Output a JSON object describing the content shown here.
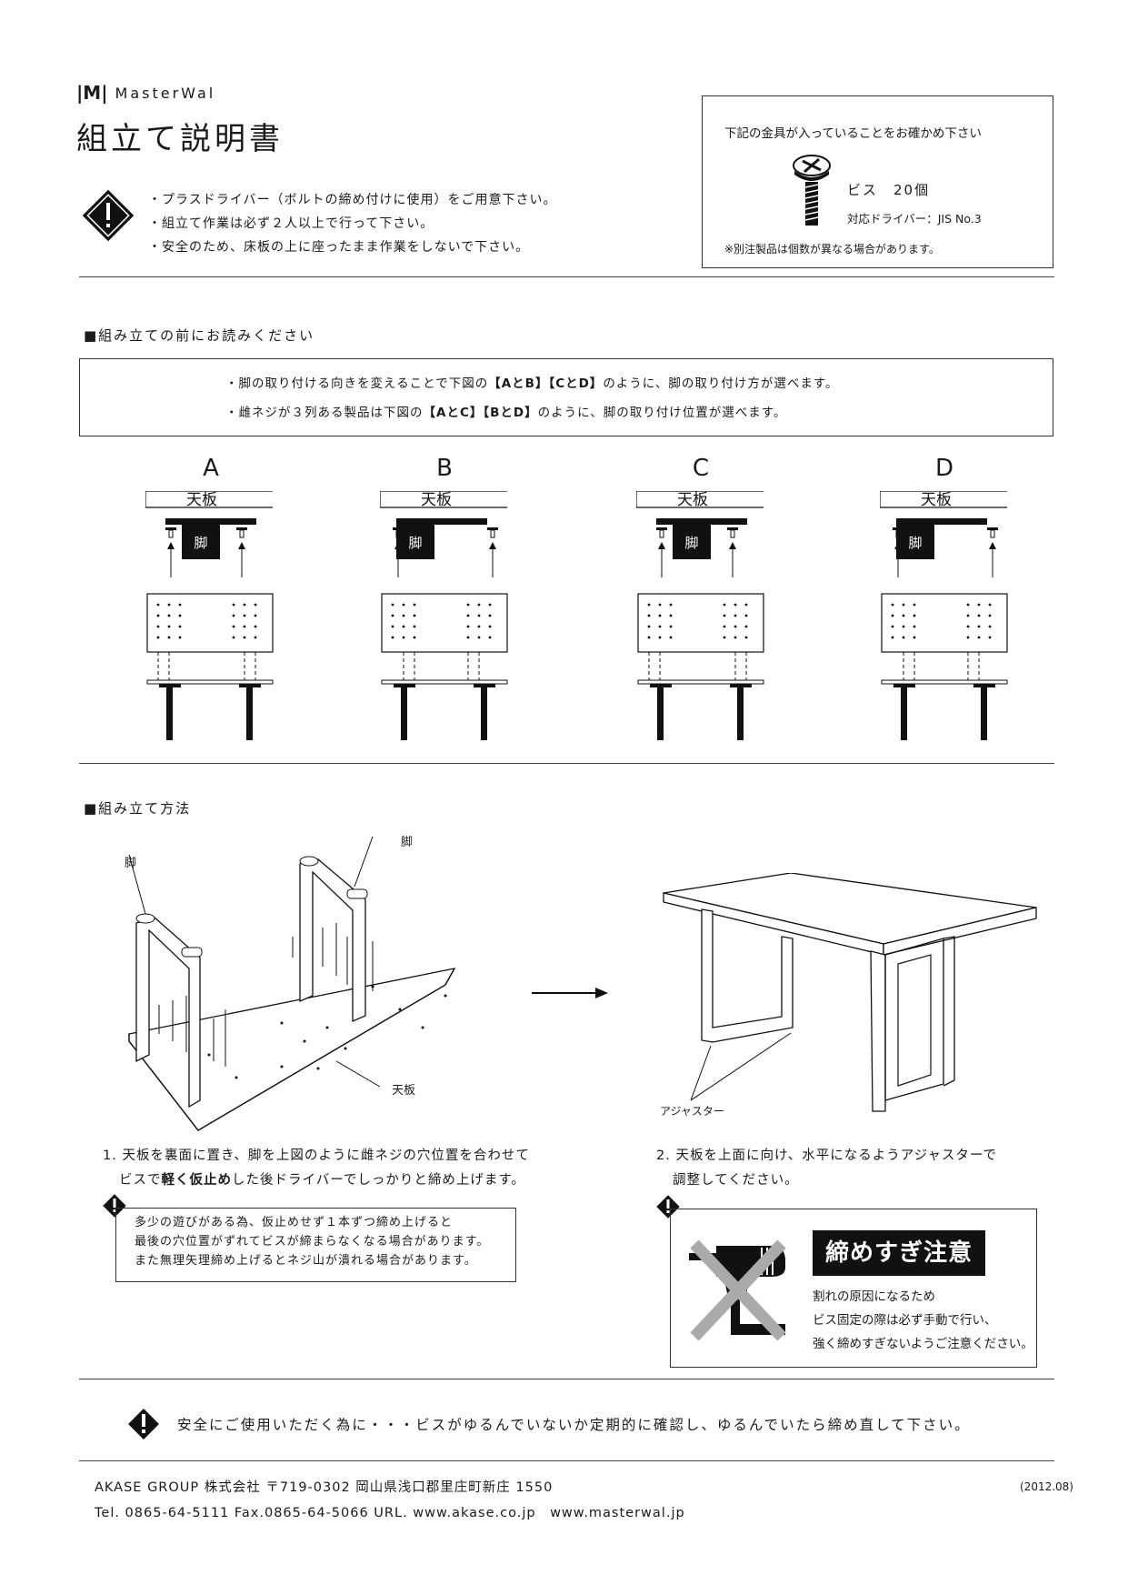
{
  "header": {
    "brand": "MasterWal",
    "title": "組立て説明書",
    "warnings": [
      "・プラスドライバー（ボルトの締め付けに使用）をご用意下さい。",
      "・組立て作業は必ず２人以上で行って下さい。",
      "・安全のため、床板の上に座ったまま作業をしないで下さい。"
    ]
  },
  "parts": {
    "heading": "下記の金具が入っていることをお確かめ下さい",
    "item": "ビス　20個",
    "driver": "対応ドライバー：JIS No.3",
    "note": "※別注製品は個数が異なる場合があります。"
  },
  "read_before": {
    "heading": "■組み立ての前にお読みください",
    "line1_a": "・脚の取り付ける向きを変えることで下図の",
    "line1_b": "【AとB】【CとD】",
    "line1_c": "のように、脚の取り付け方が選べます。",
    "line2_a": "・雌ネジが３列ある製品は下図の",
    "line2_b": "【AとC】【BとD】",
    "line2_c": "のように、脚の取り付け位置が選べます。"
  },
  "variants": [
    {
      "letter": "A",
      "top_label": "天板",
      "leg_label": "脚"
    },
    {
      "letter": "B",
      "top_label": "天板",
      "leg_label": "脚"
    },
    {
      "letter": "C",
      "top_label": "天板",
      "leg_label": "脚"
    },
    {
      "letter": "D",
      "top_label": "天板",
      "leg_label": "脚"
    }
  ],
  "assembly": {
    "heading": "■組み立て方法",
    "label_leg": "脚",
    "label_top": "天板",
    "label_adjuster": "アジャスター",
    "step1_line1": "1. 天板を裏面に置き、脚を上図のように雌ネジの穴位置を合わせて",
    "step1_line2_a": "ビスで",
    "step1_line2_b": "軽く仮止め",
    "step1_line2_c": "した後ドライバーでしっかりと締め上げます。",
    "note1": [
      "多少の遊びがある為、仮止めせず１本ずつ締め上げると",
      "最後の穴位置がずれてビスが締まらなくなる場合があります。",
      "また無理矢理締め上げるとネジ山が潰れる場合があります。"
    ],
    "step2_line1": "2. 天板を上面に向け、水平になるようアジャスターで",
    "step2_line2": "調整してください。",
    "caution_title": "締めすぎ注意",
    "caution_lines": [
      "割れの原因になるため",
      "ビス固定の際は必ず手動で行い、",
      "強く締めすぎないようご注意ください。"
    ]
  },
  "bottom_warning": "安全にご使用いただく為に・・・ビスがゆるんでいないか定期的に確認し、ゆるんでいたら締め直して下さい。",
  "footer": {
    "line1": "AKASE GROUP 株式会社 〒719-0302 岡山県浅口郡里庄町新庄 1550",
    "line2": "Tel. 0865-64-5111 Fax.0865-64-5066 URL. www.akase.co.jp　www.masterwal.jp",
    "date": "(2012.08)"
  }
}
